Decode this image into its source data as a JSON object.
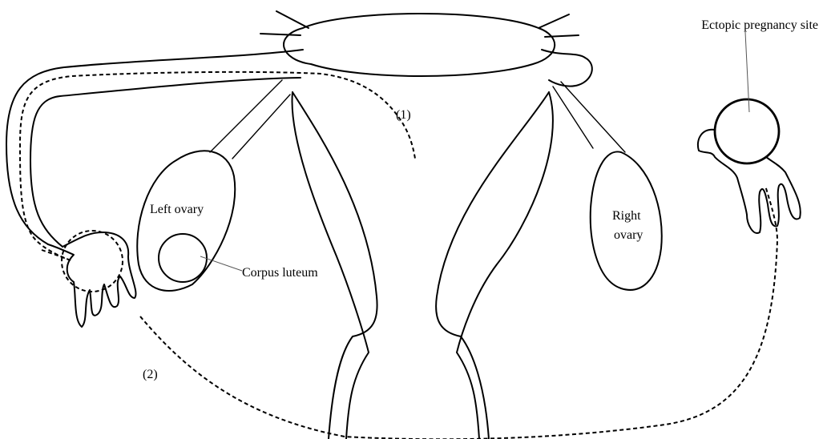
{
  "labels": {
    "ectopic_site": "Ectopic pregnancy site",
    "left_ovary": "Left ovary",
    "right_ovary_line1": "Right",
    "right_ovary_line2": "ovary",
    "corpus_luteum": "Corpus luteum",
    "route_1": "(1)",
    "route_2": "(2)"
  }
}
